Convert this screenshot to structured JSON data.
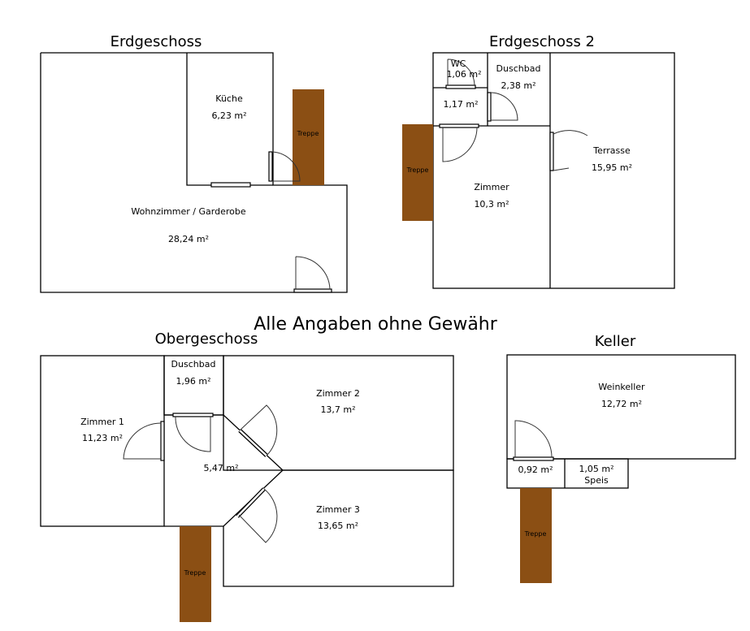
{
  "title": "Alle Angaben ohne Gewähr",
  "stairs_label": "Treppe",
  "colors": {
    "stairs": "#8b4f14",
    "walls": "#000000"
  },
  "floors": [
    {
      "name": "Erdgeschoss",
      "rooms": [
        {
          "name": "Küche",
          "area": "6,23 m²"
        },
        {
          "name": "Wohnzimmer / Garderobe",
          "area": "28,24 m²"
        }
      ]
    },
    {
      "name": "Erdgeschoss 2",
      "rooms": [
        {
          "name": "WC",
          "area": "1,06 m²"
        },
        {
          "name": "Duschbad",
          "area": "2,38 m²"
        },
        {
          "name": "",
          "area": "1,17 m²"
        },
        {
          "name": "Zimmer",
          "area": "10,3 m²"
        },
        {
          "name": "Terrasse",
          "area": "15,95 m²"
        }
      ]
    },
    {
      "name": "Obergeschoss",
      "rooms": [
        {
          "name": "Duschbad",
          "area": "1,96 m²"
        },
        {
          "name": "Zimmer 1",
          "area": "11,23 m²"
        },
        {
          "name": "",
          "area": "5,47 m²"
        },
        {
          "name": "Zimmer 2",
          "area": "13,7 m²"
        },
        {
          "name": "Zimmer 3",
          "area": "13,65 m²"
        }
      ]
    },
    {
      "name": "Keller",
      "rooms": [
        {
          "name": "Weinkeller",
          "area": "12,72 m²"
        },
        {
          "name": "",
          "area": "0,92 m²"
        },
        {
          "name": "Speis",
          "area": "1,05 m²"
        }
      ]
    }
  ]
}
